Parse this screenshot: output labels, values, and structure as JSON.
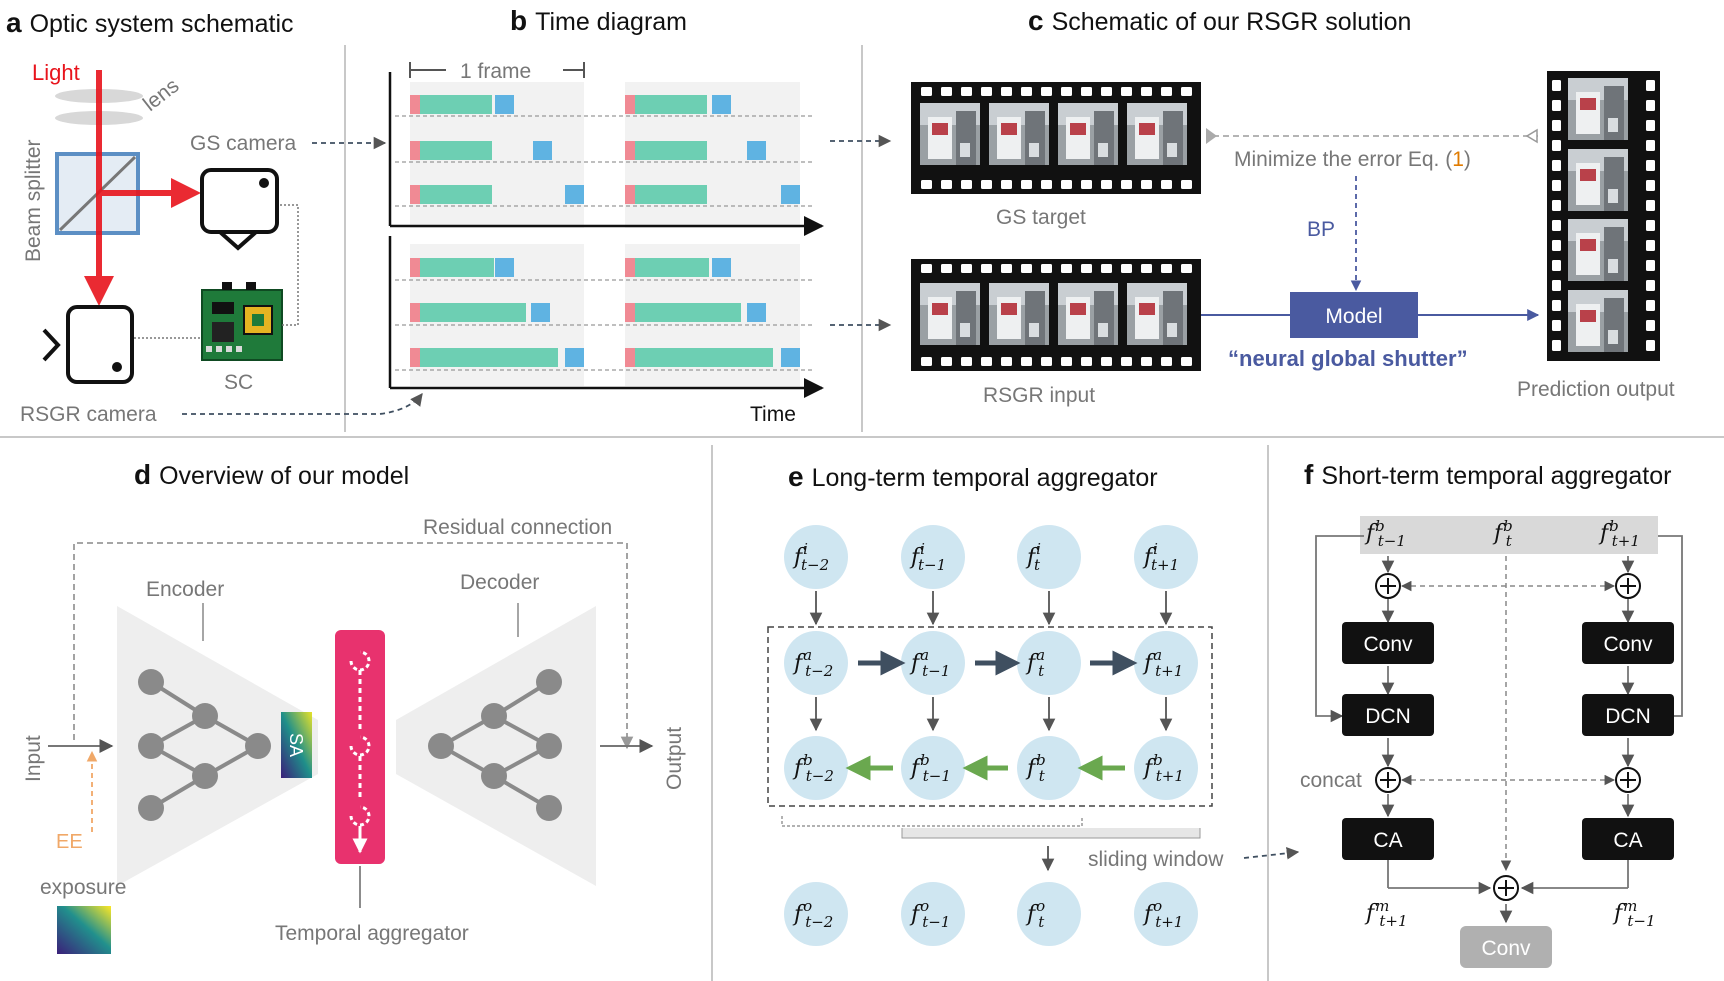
{
  "panel_a": {
    "letter": "a",
    "title": "Optic system schematic",
    "light": "Light",
    "lens": "lens",
    "beam_splitter": "Beam splitter",
    "gs_camera": "GS camera",
    "sc": "SC",
    "rsgr_camera": "RSGR camera"
  },
  "panel_b": {
    "letter": "b",
    "title": "Time diagram",
    "frame": "1 frame",
    "time": "Time"
  },
  "panel_c": {
    "letter": "c",
    "title": "Schematic of our RSGR solution",
    "gs_target": "GS target",
    "rsgr_input": "RSGR input",
    "minimize_prefix": "Minimize the error Eq. (",
    "minimize_num": "1",
    "minimize_suffix": ")",
    "bp": "BP",
    "model": "Model",
    "neural": "“neural global shutter”",
    "prediction": "Prediction output"
  },
  "panel_d": {
    "letter": "d",
    "title": "Overview of our model",
    "residual": "Residual connection",
    "encoder": "Encoder",
    "decoder": "Decoder",
    "sa": "SA",
    "input": "Input",
    "output": "Output",
    "ee": "EE",
    "exposure": "exposure",
    "temporal": "Temporal aggregator"
  },
  "panel_e": {
    "letter": "e",
    "title": "Long-term temporal aggregator",
    "f": "f",
    "sliding": "sliding window",
    "subs": [
      "t−2",
      "t−1",
      "t",
      "t+1"
    ],
    "sup_rows": [
      "i",
      "a",
      "b",
      "o"
    ]
  },
  "panel_f": {
    "letter": "f",
    "title": "Short-term temporal aggregator",
    "conv": "Conv",
    "dcn": "DCN",
    "ca": "CA",
    "concat": "concat",
    "top_sub": [
      "t−1",
      "t",
      "t+1"
    ],
    "top_sup": "b",
    "m_sup": "m",
    "m_left_sub": "t+1",
    "m_right_sub": "t−1"
  },
  "colors": {
    "red": "#e8141c",
    "teal": "#6dcfb3",
    "blue": "#5fb3e2",
    "pink_bar": "#f08a94",
    "magenta": "#e8326e",
    "model_blue": "#4a5aa0",
    "circle": "#cfe6f1",
    "arrow_dark": "#3f4f60",
    "arrow_green": "#6aa84f",
    "orange": "#e07b00"
  }
}
